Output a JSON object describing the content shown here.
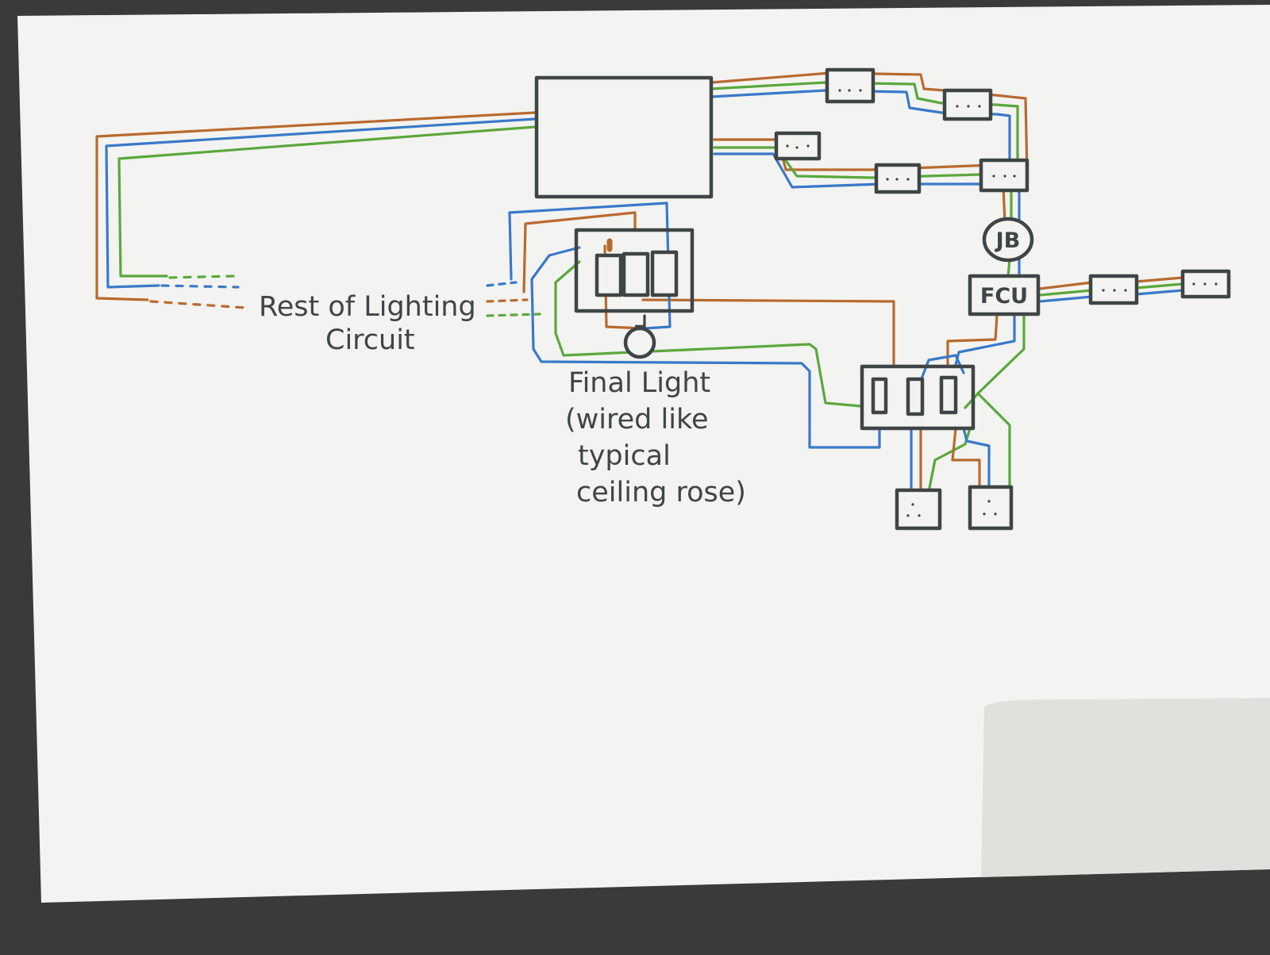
{
  "labels": {
    "rest_of_lighting_line1": "Rest of Lighting",
    "rest_of_lighting_line2": "Circuit",
    "final_light_line1": "Final Light",
    "final_light_line2": "(wired like",
    "final_light_line3": "typical",
    "final_light_line4": "ceiling rose)",
    "junction_box": "JB",
    "fused_connection_unit": "FCU"
  },
  "colors": {
    "paper": "#f3f3f1",
    "background": "#3b3a38",
    "ink": "#3f4545",
    "live_brown": "#b86a2e",
    "neutral_blue": "#3a79c9",
    "earth_green": "#5aa83c"
  },
  "icons": {
    "socket": "socket-icon",
    "light_bulb": "light-bulb-icon"
  }
}
